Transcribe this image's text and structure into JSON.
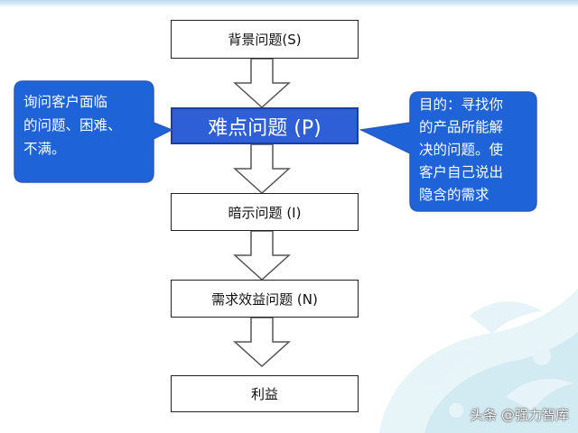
{
  "flow": {
    "step1": "背景问题(S)",
    "step2": "难点问题 (P)",
    "step3": "暗示问题 (I)",
    "step4": "需求效益问题 (N)",
    "step5": "利益"
  },
  "callouts": {
    "left": {
      "line1": "询问客户面临",
      "line2": "的问题、困难、",
      "line3": "不满。"
    },
    "right": {
      "line1": "目的：寻找你",
      "line2": "的产品所能解",
      "line3": "决的问题。使",
      "line4": "客户自己说出",
      "line5": "隐含的需求"
    }
  },
  "watermark": "头条 @强力智库",
  "colors": {
    "highlight_box": "#2f5fd6",
    "callout_fill": "#1f63d8",
    "arrow_stroke": "#555555"
  }
}
